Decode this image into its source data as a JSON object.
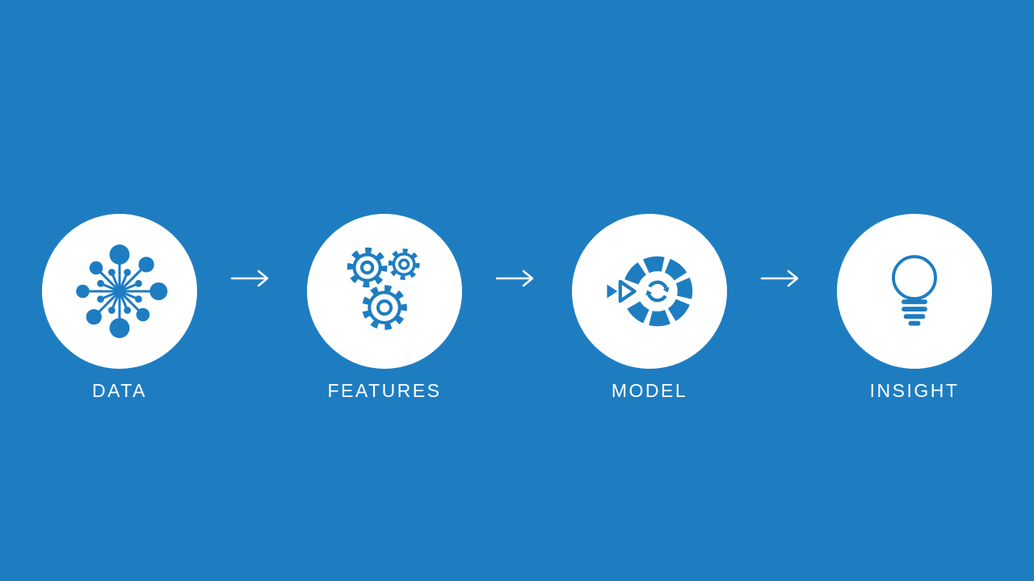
{
  "colors": {
    "background": "#1e7dc1",
    "circle": "#ffffff",
    "icon": "#1e7dc1",
    "text": "#ffffff"
  },
  "diagram": {
    "type": "process-flow",
    "direction": "left-to-right",
    "connector": "arrow-right"
  },
  "steps": [
    {
      "label": "DATA",
      "icon": "data-network-icon"
    },
    {
      "label": "FEATURES",
      "icon": "gears-icon"
    },
    {
      "label": "MODEL",
      "icon": "model-iteration-icon"
    },
    {
      "label": "INSIGHT",
      "icon": "lightbulb-icon"
    }
  ]
}
